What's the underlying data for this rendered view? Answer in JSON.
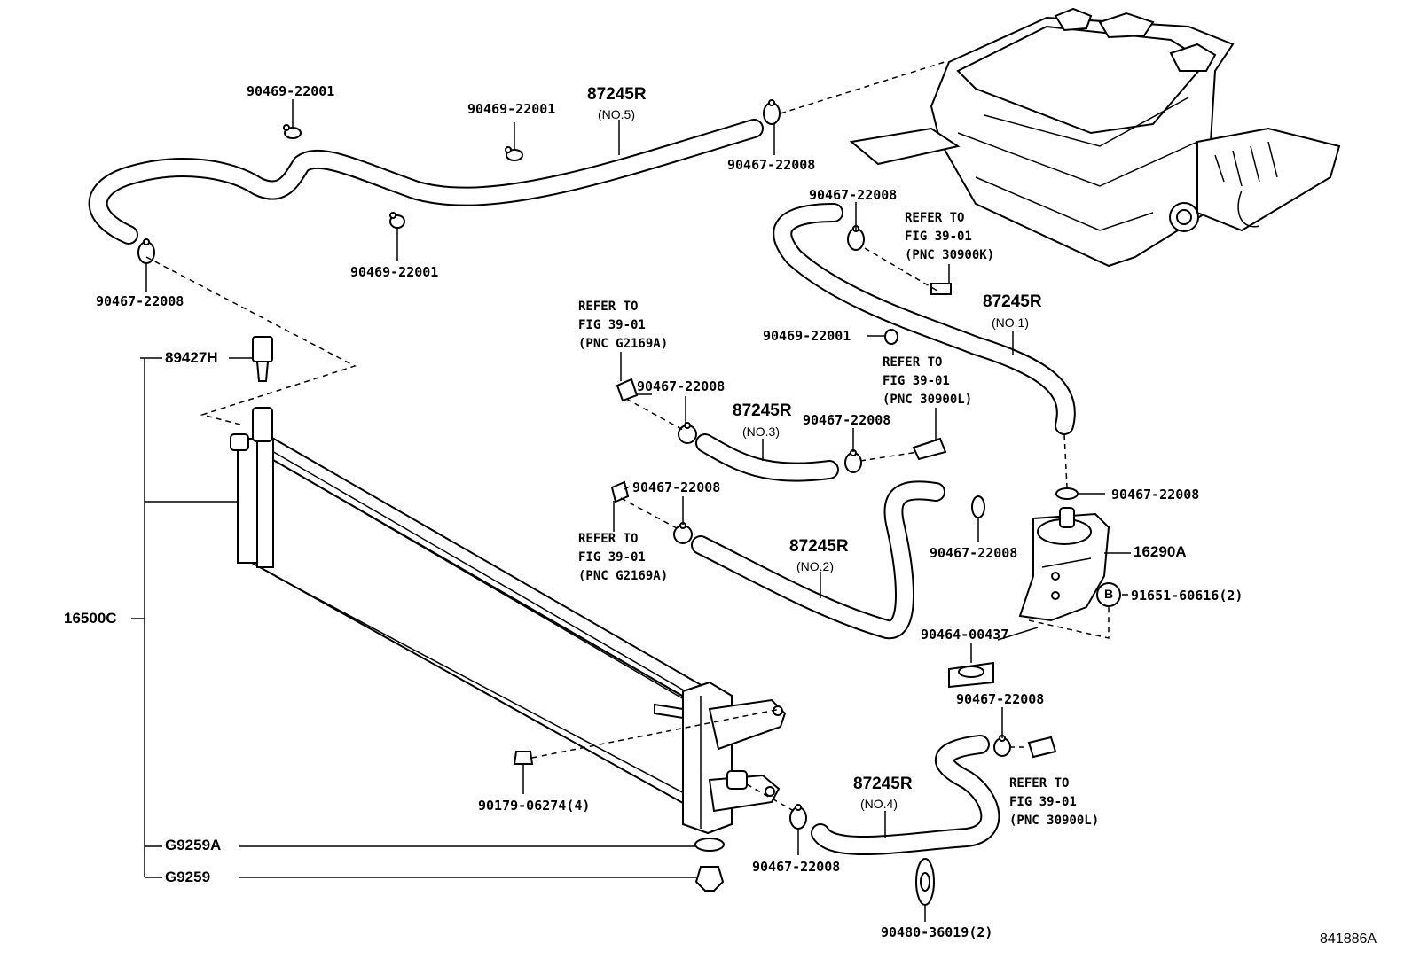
{
  "catalog_number": "841886A",
  "hoses": {
    "no5": {
      "part": "87245R",
      "note": "(NO.5)"
    },
    "no1": {
      "part": "87245R",
      "note": "(NO.1)"
    },
    "no3": {
      "part": "87245R",
      "note": "(NO.3)"
    },
    "no2": {
      "part": "87245R",
      "note": "(NO.2)"
    },
    "no4": {
      "part": "87245R",
      "note": "(NO.4)"
    }
  },
  "clamps": {
    "c22001_a": "90469-22001",
    "c22001_b": "90469-22001",
    "c22001_c": "90469-22001",
    "c22001_d": "90469-22001",
    "c22008_a": "90467-22008",
    "c22008_b": "90467-22008",
    "c22008_c": "90467-22008",
    "c22008_d": "90467-22008",
    "c22008_e": "90467-22008",
    "c22008_f": "90467-22008",
    "c22008_g": "90467-22008",
    "c22008_h": "90467-22008",
    "c22008_i": "90467-22008",
    "c22008_j": "90467-22008"
  },
  "refs": {
    "r30900k": {
      "l1": "REFER TO",
      "l2": "FIG 39-01",
      "l3": "(PNC 30900K)"
    },
    "r_g2169a_top": {
      "l1": "REFER TO",
      "l2": "FIG 39-01",
      "l3": "(PNC G2169A)"
    },
    "r30900l_top": {
      "l1": "REFER TO",
      "l2": "FIG 39-01",
      "l3": "(PNC 30900L)"
    },
    "r_g2169a_mid": {
      "l1": "REFER TO",
      "l2": "FIG 39-01",
      "l3": "(PNC G2169A)"
    },
    "r30900l_bot": {
      "l1": "REFER TO",
      "l2": "FIG 39-01",
      "l3": "(PNC 30900L)"
    }
  },
  "parts": {
    "sensor": "89427H",
    "radiator": "16500C",
    "g9259a": "G9259A",
    "g9259": "G9259",
    "reserve_tank": "16290A",
    "bolt_b": "91651-60616(2)",
    "b_marker": "B",
    "clip_90464": "90464-00437",
    "nut_90179": "90179-06274(4)",
    "grommet": "90480-36019(2)"
  }
}
